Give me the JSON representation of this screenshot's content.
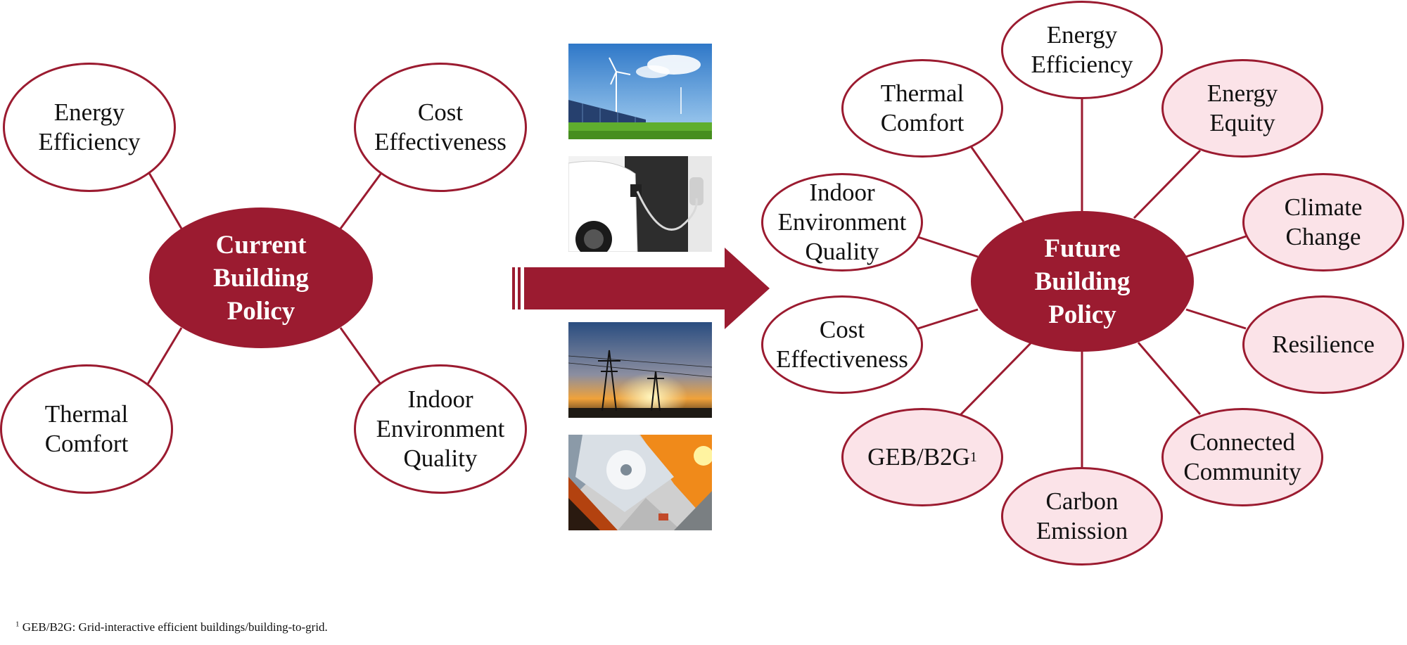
{
  "current": {
    "hub": "Current\nBuilding\nPolicy",
    "nodes": {
      "energy_efficiency": "Energy\nEfficiency",
      "cost_effectiveness": "Cost\nEffectiveness",
      "thermal_comfort": "Thermal\nComfort",
      "indoor_environment_quality": "Indoor\nEnvironment\nQuality"
    }
  },
  "future": {
    "hub": "Future\nBuilding\nPolicy",
    "nodes": {
      "energy_efficiency": "Energy\nEfficiency",
      "thermal_comfort": "Thermal\nComfort",
      "energy_equity": "Energy\nEquity",
      "indoor_environment_quality": "Indoor\nEnvironment\nQuality",
      "climate_change": "Climate\nChange",
      "cost_effectiveness": "Cost\nEffectiveness",
      "resilience": "Resilience",
      "geb_b2g": "GEB/B2G",
      "geb_b2g_sup": "1",
      "connected_community": "Connected\nCommunity",
      "carbon_emission": "Carbon\nEmission"
    }
  },
  "colors": {
    "accent": "#9b1b30",
    "new_topic_fill": "#fbe3e8"
  },
  "images": [
    "solar-wind-photo",
    "ev-charging-photo",
    "power-lines-photo",
    "climate-disasters-photo"
  ],
  "footnote": {
    "marker": "1",
    "text": " GEB/B2G: Grid-interactive efficient buildings/building-to-grid."
  }
}
